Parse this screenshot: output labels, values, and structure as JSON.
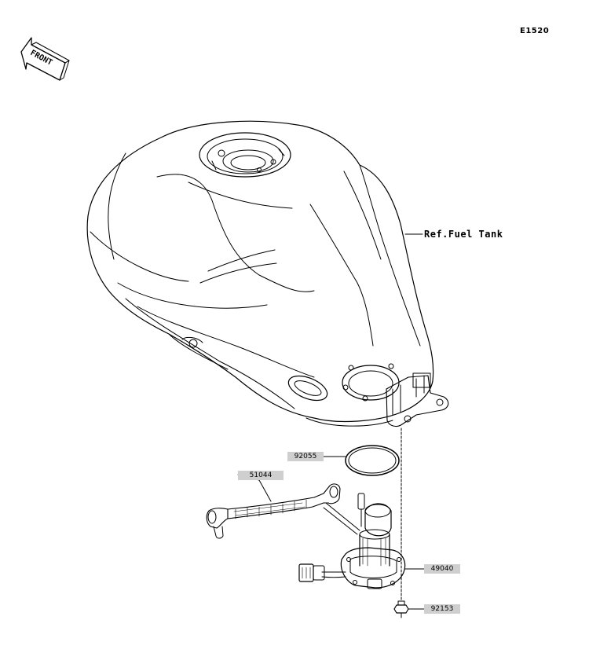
{
  "diagram": {
    "code": "E1520",
    "front_label": "FRONT",
    "ref_label": "Ref.Fuel Tank",
    "parts": [
      {
        "id": "92055",
        "name": "o-ring"
      },
      {
        "id": "51044",
        "name": "fuel-hose"
      },
      {
        "id": "49040",
        "name": "fuel-pump"
      },
      {
        "id": "92153",
        "name": "bolt"
      }
    ]
  }
}
